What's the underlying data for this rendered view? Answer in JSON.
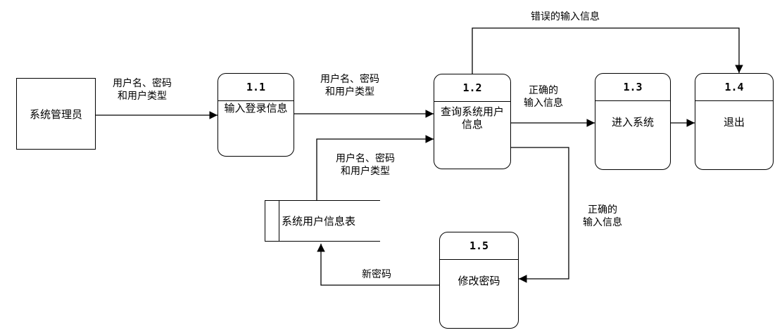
{
  "entity": {
    "name": "系统管理员"
  },
  "processes": [
    {
      "id": "1.1",
      "name": "输入登录信息"
    },
    {
      "id": "1.2",
      "name": "查询系统用户信息"
    },
    {
      "id": "1.3",
      "name": "进入系统"
    },
    {
      "id": "1.4",
      "name": "退出"
    },
    {
      "id": "1.5",
      "name": "修改密码"
    }
  ],
  "data_store": {
    "name": "系统用户信息表"
  },
  "flows": [
    {
      "from": "系统管理员",
      "to": "1.1",
      "label_line1": "用户名、密码",
      "label_line2": "和用户类型"
    },
    {
      "from": "1.1",
      "to": "1.2",
      "label_line1": "用户名、密码",
      "label_line2": "和用户类型"
    },
    {
      "from": "系统用户信息表",
      "to": "1.2",
      "label_line1": "用户名、密码",
      "label_line2": "和用户类型"
    },
    {
      "from": "1.2",
      "to": "1.4",
      "label_line1": "错误的输入信息"
    },
    {
      "from": "1.2",
      "to": "1.3",
      "label_line1": "正确的",
      "label_line2": "输入信息"
    },
    {
      "from": "1.3",
      "to": "1.4",
      "label_line1": ""
    },
    {
      "from": "1.2",
      "to": "1.5",
      "label_line1": "正确的",
      "label_line2": "输入信息"
    },
    {
      "from": "1.5",
      "to": "系统用户信息表",
      "label_line1": "新密码"
    }
  ]
}
